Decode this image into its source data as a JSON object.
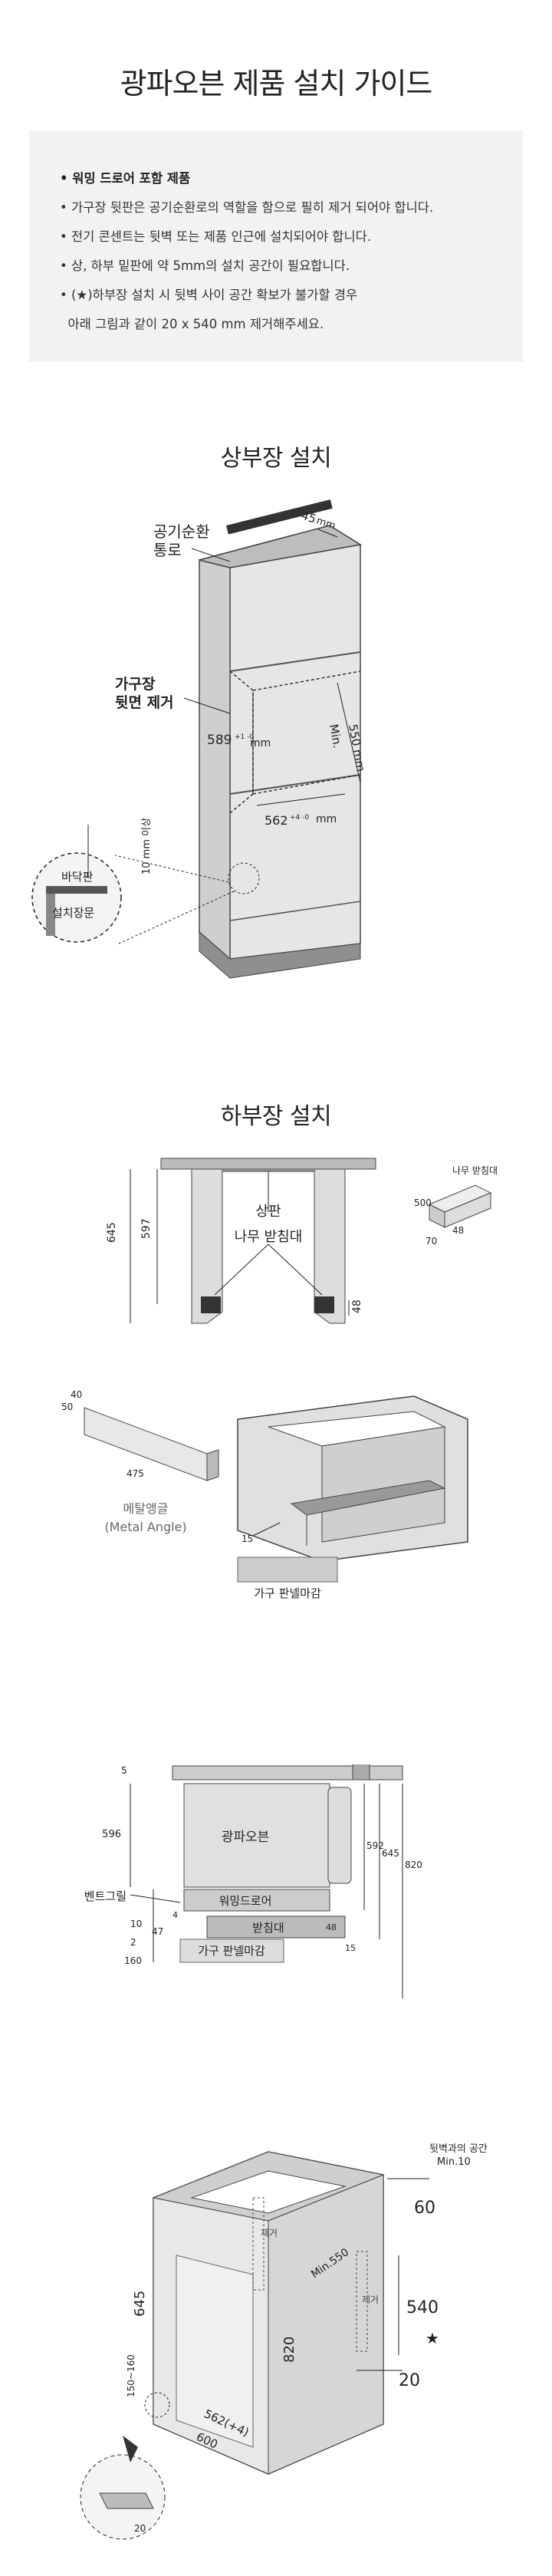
{
  "title": "광파오븐 제품 설치 가이드",
  "notice": {
    "lines": [
      "• 워밍 드로어 포함 제품",
      "• 가구장 뒷판은 공기순환로의 역할을 함으로 필히 제거 되어야 합니다.",
      "• 전기 콘센트는 뒷벽 또는 제품 인근에 설치되어야 합니다.",
      "• 상, 하부 밑판에 약 5mm의 설치 공간이 필요합니다.",
      "• (★)하부장 설치 시 뒷벽 사이 공간 확보가 불가할 경우",
      "  아래 그림과 같이 20 x 540 mm 제거해주세요."
    ]
  },
  "upper": {
    "title": "상부장 설치",
    "air_label_1": "공기순환",
    "air_label_2": "통로",
    "dim_45": "45",
    "dim_45_unit": "mm",
    "back_label_1": "가구장",
    "back_label_2": "뒷면 제거",
    "min_label": "Min.",
    "dim_550": "550 mm",
    "dim_589": "589",
    "dim_589_tol": "+1 -0",
    "dim_589_unit": "mm",
    "dim_562": "562",
    "dim_562_tol": "+4 -0",
    "dim_562_unit": "mm",
    "dim_10": "10 mm 이상",
    "floor_label": "바닥판",
    "door_label": "설치장문"
  },
  "lower": {
    "title": "하부장 설치",
    "board_label": "상판",
    "wood_label": "나무 받침대",
    "wood_detail_label": "나무 받침대",
    "dim_645": "645",
    "dim_597": "597",
    "dim_48": "48",
    "wood_500": "500",
    "wood_48": "48",
    "wood_70": "70",
    "angle_40": "40",
    "angle_50": "50",
    "angle_475": "475",
    "angle_label_ko": "메탈앵글",
    "angle_label_en": "(Metal Angle)",
    "dim_15": "15",
    "panel_label": "가구 판넬마감"
  },
  "side": {
    "dim_5": "5",
    "dim_596": "596",
    "vent_label": "벤트그릴",
    "dim_4": "4",
    "dim_10": "10",
    "dim_47": "47",
    "dim_2": "2",
    "dim_160": "160",
    "oven_label": "광파오븐",
    "drawer_label": "워밍드로어",
    "stand_label": "받침대",
    "dim_48": "48",
    "dim_592": "592",
    "dim_645": "645",
    "dim_820": "820",
    "dim_15": "15",
    "panel_label": "가구 판넬마감"
  },
  "cabinet": {
    "gap_label": "뒷벽과의 공간",
    "gap_min": "Min.10",
    "remove_label_1": "제거",
    "remove_label_2": "제거",
    "dim_645": "645",
    "dim_820": "820",
    "dim_min550": "Min.550",
    "dim_60": "60",
    "dim_540": "540",
    "star": "★",
    "dim_20": "20",
    "dim_150_160": "150~160",
    "dim_562": "562(+4)",
    "dim_600": "600",
    "dim_20b": "20"
  }
}
